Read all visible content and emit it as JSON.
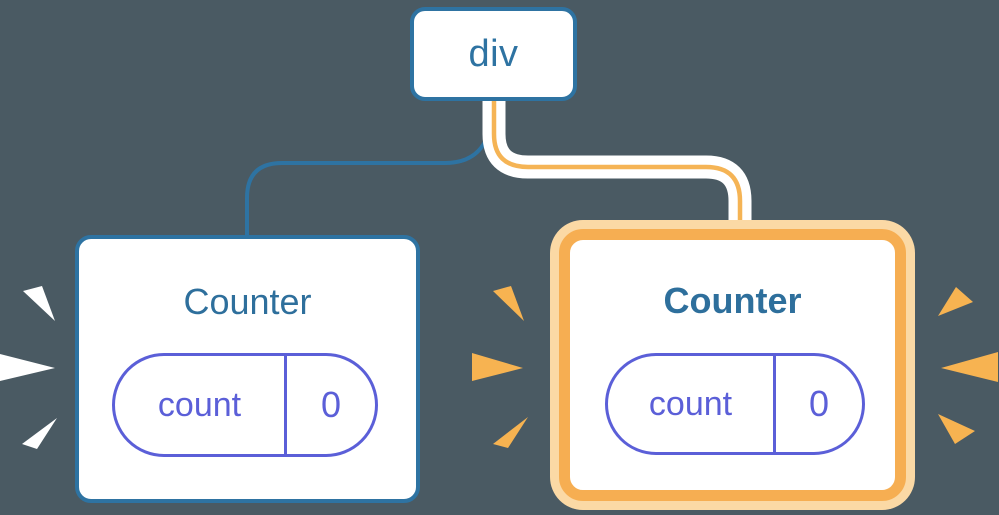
{
  "diagram": {
    "description": "React render tree: a div root with two Counter children; the second Counter is highlighted as updated",
    "root": {
      "label": "div"
    },
    "children": [
      {
        "title": "Counter",
        "highlighted": false,
        "state": {
          "key": "count",
          "value": "0"
        }
      },
      {
        "title": "Counter",
        "highlighted": true,
        "state": {
          "key": "count",
          "value": "0"
        }
      }
    ],
    "icons": [
      "burst-icon-white-left-of-plain-counter",
      "burst-icon-orange-left-of-highlighted-counter",
      "burst-icon-orange-right-of-highlighted-counter"
    ],
    "colors": {
      "background": "#4a5a63",
      "node_blue": "#2e73a2",
      "title_blue": "#2e6f9c",
      "state_purple": "#5b5fd8",
      "edge_orange": "#f5b455",
      "highlight_border_orange": "#f6ae52",
      "highlight_glow_orange": "#fbd9a5",
      "burst_orange": "#f7b351",
      "burst_white": "#ffffff",
      "card_background": "#ffffff"
    }
  }
}
